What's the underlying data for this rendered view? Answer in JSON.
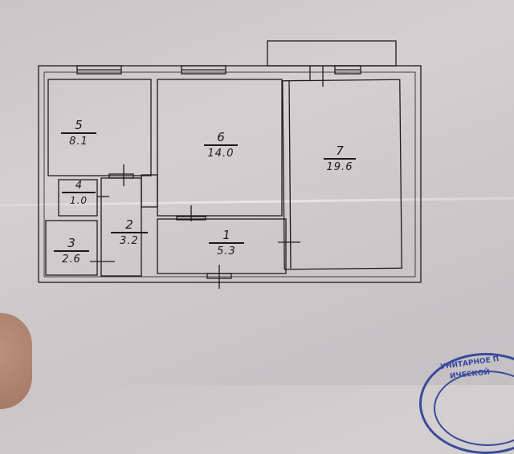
{
  "document": {
    "type": "apartment floor plan",
    "rooms": [
      {
        "id": "1",
        "area": "5.3"
      },
      {
        "id": "2",
        "area": "3.2"
      },
      {
        "id": "3",
        "area": "2.6"
      },
      {
        "id": "4",
        "area": "1.0"
      },
      {
        "id": "5",
        "area": "8.1"
      },
      {
        "id": "6",
        "area": "14.0"
      },
      {
        "id": "7",
        "area": "19.6"
      }
    ],
    "stamp": {
      "line1": "УНИТАРНОЕ П",
      "line2": "ИЧЕСКОЙ"
    },
    "colors": {
      "paper": "#cfcacc",
      "ink": "#1a1a1a",
      "stamp": "#3548a0"
    }
  }
}
